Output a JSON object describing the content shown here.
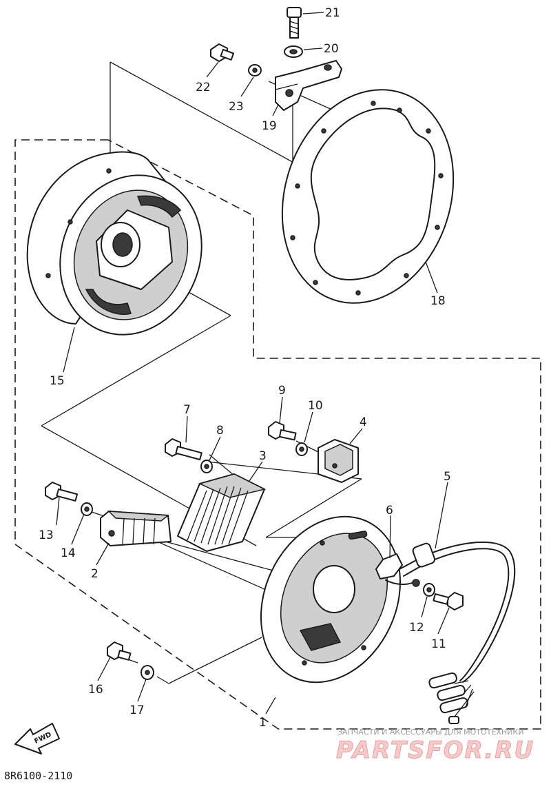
{
  "callouts": {
    "c1": "1",
    "c2": "2",
    "c3": "3",
    "c4": "4",
    "c5": "5",
    "c6": "6",
    "c7": "7",
    "c8": "8",
    "c9": "9",
    "c10": "10",
    "c11": "11",
    "c12": "12",
    "c13": "13",
    "c14": "14",
    "c15": "15",
    "c16": "16",
    "c17": "17",
    "c18": "18",
    "c19": "19",
    "c20": "20",
    "c21": "21",
    "c22": "22",
    "c23": "23"
  },
  "diagram_code": "8R6100-2110",
  "fwd_label": "FWD",
  "watermark": {
    "subtitle": "ЗАПЧАСТИ И АКСЕССУАРЫ ДЛЯ МОТОТЕХНИКИ",
    "brand": "PARTSFOR.RU"
  }
}
